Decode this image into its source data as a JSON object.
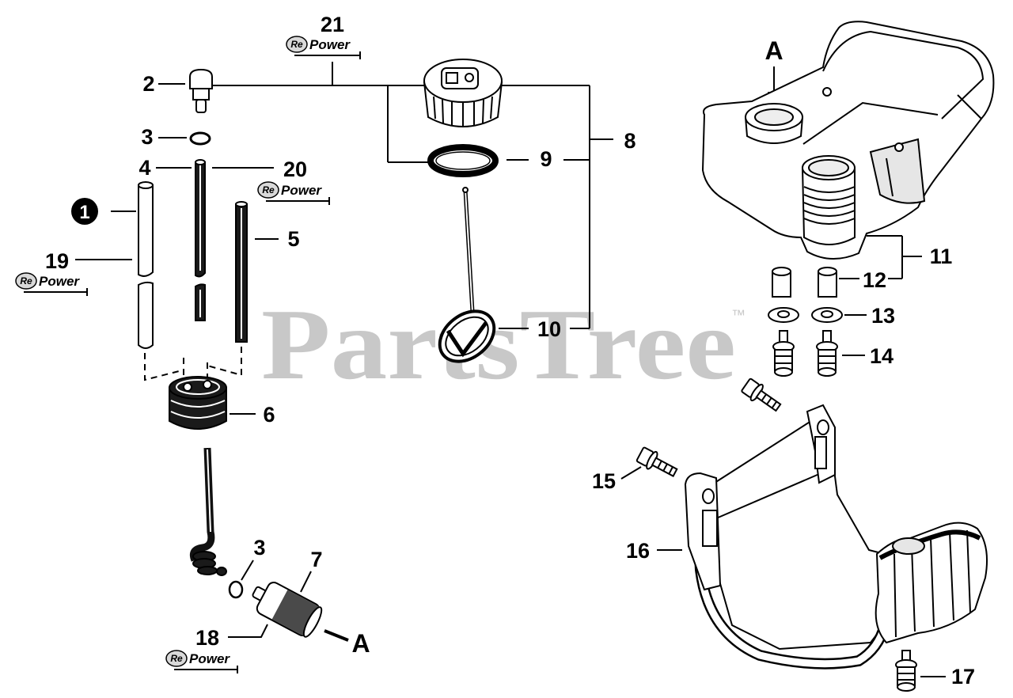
{
  "watermark": {
    "brand": "PartsTree",
    "trademark": "™"
  },
  "repower_badge": {
    "mark": "Re",
    "word": "Power"
  },
  "callouts": {
    "part_1": "1",
    "part_2": "2",
    "part_3_upper": "3",
    "part_3_lower": "3",
    "part_4": "4",
    "part_5": "5",
    "part_6": "6",
    "part_7": "7",
    "part_8": "8",
    "part_9": "9",
    "part_10": "10",
    "part_11": "11",
    "part_12": "12",
    "part_13": "13",
    "part_14": "14",
    "part_15": "15",
    "part_16": "16",
    "part_17": "17",
    "part_18": "18",
    "part_19": "19",
    "part_20": "20",
    "part_21": "21"
  },
  "references": {
    "tank_neck": "A",
    "filter_outlet": "A"
  },
  "colors": {
    "ink": "#000000",
    "watermark": "#c8c8c8",
    "background": "#ffffff"
  }
}
